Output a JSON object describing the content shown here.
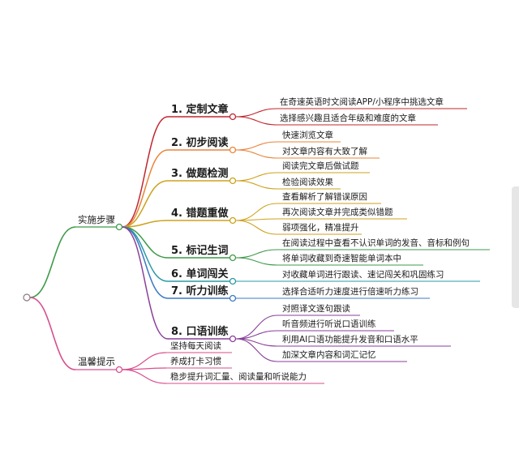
{
  "colors": {
    "red": "#c0262f",
    "orange": "#e8843a",
    "gold": "#cda21c",
    "green": "#3f9a4a",
    "teal": "#2a9aa4",
    "blue": "#3d78c4",
    "purple": "#8a3f9a",
    "pink": "#d74f8e",
    "ink": "#1a1a1a"
  },
  "mindmap": {
    "branches": [
      {
        "label": "实施步骤",
        "steps": [
          {
            "label": "1. 定制文章",
            "items": [
              "在奇速英语时文阅读APP/小程序中挑选文章",
              "选择感兴趣且适合年级和难度的文章"
            ]
          },
          {
            "label": "2. 初步阅读",
            "items": [
              "快速浏览文章",
              "对文章内容有大致了解"
            ]
          },
          {
            "label": "3. 做题检测",
            "items": [
              "阅读完文章后做试题",
              "检验阅读效果"
            ]
          },
          {
            "label": "4. 错题重做",
            "items": [
              "查看解析了解错误原因",
              "再次阅读文章并完成类似错题",
              "弱项强化，精准提升"
            ]
          },
          {
            "label": "5. 标记生词",
            "items": [
              "在阅读过程中查看不认识单词的发音、音标和例句",
              "将单词收藏到奇速智能单词本中"
            ]
          },
          {
            "label": "6. 单词闯关",
            "items": [
              "对收藏单词进行跟读、速记闯关和巩固练习"
            ]
          },
          {
            "label": "7. 听力训练",
            "items": [
              "选择合适听力速度进行倍速听力练习"
            ]
          },
          {
            "label": "8. 口语训练",
            "items": [
              "对照译文逐句跟读",
              "听音频进行听说口语训练",
              "利用AI口语功能提升发音和口语水平",
              "加深文章内容和词汇记忆"
            ]
          }
        ]
      },
      {
        "label": "温馨提示",
        "items": [
          "坚持每天阅读",
          "养成打卡习惯",
          "稳步提升词汇量、阅读量和听说能力"
        ]
      }
    ]
  }
}
